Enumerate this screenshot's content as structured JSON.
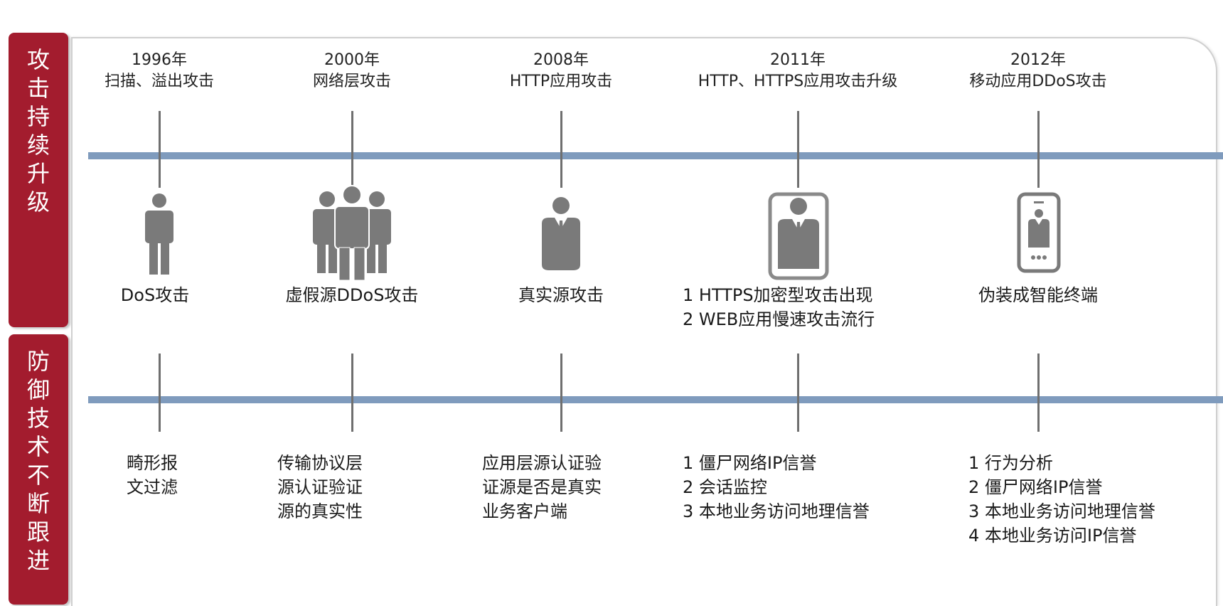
{
  "sidebar": {
    "attack_label": [
      "攻",
      "击",
      "持",
      "续",
      "升",
      "级"
    ],
    "defense_label": [
      "防",
      "御",
      "技",
      "术",
      "不",
      "断",
      "跟",
      "进"
    ]
  },
  "milestones": [
    {
      "year": "1996年",
      "attack": "扫描、溢出攻击",
      "icon": "single-person-icon",
      "caption": [
        "DoS攻击"
      ],
      "defense": [
        "畸形报",
        "文过滤"
      ]
    },
    {
      "year": "2000年",
      "attack": "网络层攻击",
      "icon": "group-people-icon",
      "caption": [
        "虚假源DDoS攻击"
      ],
      "defense": [
        "传输协议层",
        "源认证验证",
        "源的真实性"
      ]
    },
    {
      "year": "2008年",
      "attack": "HTTP应用攻击",
      "icon": "businessman-icon",
      "caption": [
        "真实源攻击"
      ],
      "defense": [
        "应用层源认证验",
        "证源是否是真实",
        "业务客户端"
      ]
    },
    {
      "year": "2011年",
      "attack": "HTTP、HTTPS应用攻击升级",
      "icon": "framed-businessman-icon",
      "caption": [
        "1 HTTPS加密型攻击出现",
        "2 WEB应用慢速攻击流行"
      ],
      "defense": [
        "1 僵尸网络IP信誉",
        "2 会话监控",
        "3 本地业务访问地理信誉"
      ]
    },
    {
      "year": "2012年",
      "attack": "移动应用DDoS攻击",
      "icon": "smartphone-icon",
      "caption": [
        "伪装成智能终端"
      ],
      "defense": [
        "1 行为分析",
        "2 僵尸网络IP信誉",
        "3 本地业务访问地理信誉",
        "4 本地业务访问IP信誉"
      ]
    }
  ],
  "colors": {
    "tab": "#a31c2e",
    "line": "#7f9bbd",
    "icon": "#7a7a7a"
  }
}
